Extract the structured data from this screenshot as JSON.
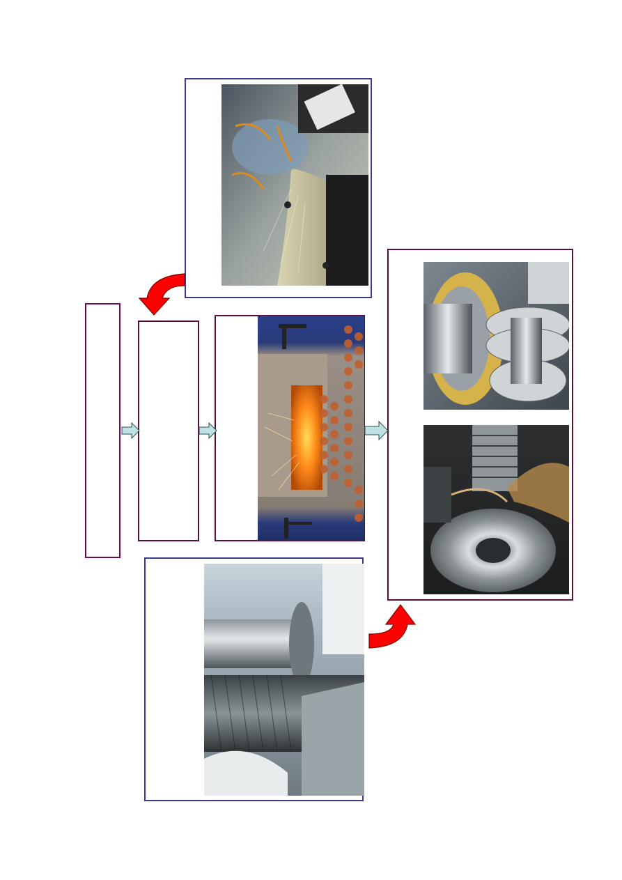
{
  "diagram": {
    "colors": {
      "process_box_border": "#6a0a55",
      "photo_frame_blue": "#3a3a8f",
      "photo_frame_maroon": "#5a0f3a",
      "flow_arrow_fill": "#bfe3e3",
      "flow_arrow_stroke": "#2f4f4f",
      "curved_arrow_fill": "#ff0000",
      "curved_arrow_stroke": "#7a0000"
    },
    "photos": [
      {
        "icon": "gear-grinding-photo"
      },
      {
        "icon": "heat-treatment-furnace-photo"
      },
      {
        "icon": "gear-hobbing-photo"
      },
      {
        "icon": "helical-gear-mesh-photo"
      },
      {
        "icon": "gear-shaping-photo"
      }
    ]
  }
}
